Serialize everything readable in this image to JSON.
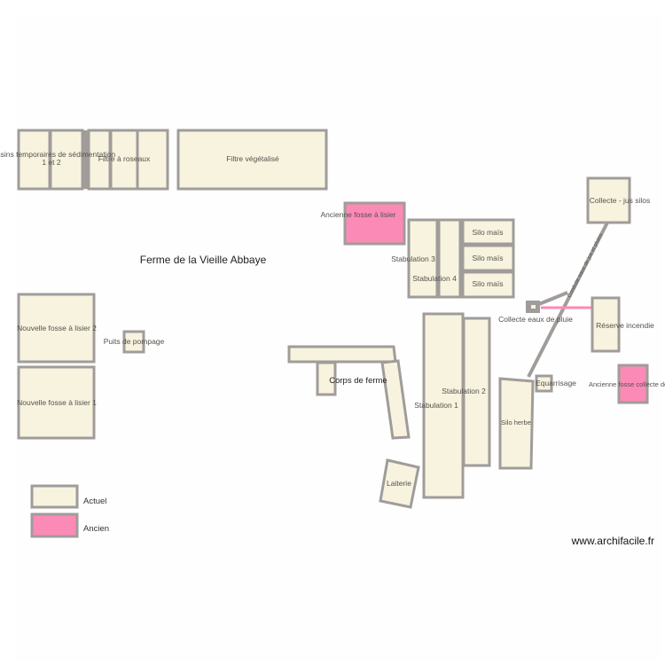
{
  "title": "Ferme de la Vieille Abbaye",
  "watermark": "www.archifacile.fr",
  "colors": {
    "current_fill": "#f7f3de",
    "old_fill": "#fc8ab6",
    "outline": "#a09c9a",
    "pink_pipe": "#fc8ab6"
  },
  "labels": {
    "bassins": "Bassins temporaires de sédimentation",
    "bassins2": "1 et 2",
    "filtre_roseaux": "Filtre à roseaux",
    "filtre_vegetalise": "Filtre végétalisé",
    "ancienne_fosse": "Ancienne fosse à lisier",
    "stabulation3": "Stabulation 3",
    "stabulation4": "Stabulation 4",
    "silo_mais1": "Silo maïs",
    "silo_mais2": "Silo maïs",
    "silo_mais3": "Silo maïs",
    "collecte_jus": "Collecte - jus silos",
    "collecte_eaux": "Collecte eaux de pluie",
    "reserve_incendie": "Réserve incendie",
    "nouvelle_fosse2": "Nouvelle fosse à lisier 2",
    "nouvelle_fosse1": "Nouvelle fosse à lisier 1",
    "puits": "Puits de pompage",
    "corps_ferme": "Corps de ferme",
    "stabulation1": "Stabulation 1",
    "stabulation2": "Stabulation 2",
    "silo_herbe": "Silo herbe",
    "equarrissage": "Equarrisage",
    "ancienne_fosse_collecte": "Ancienne fosse collecte de",
    "laiterie": "Laiterie",
    "conduite": "Conduite eaux de jus et pluies"
  },
  "legend": {
    "current": "Actuel",
    "old": "Ancien"
  }
}
